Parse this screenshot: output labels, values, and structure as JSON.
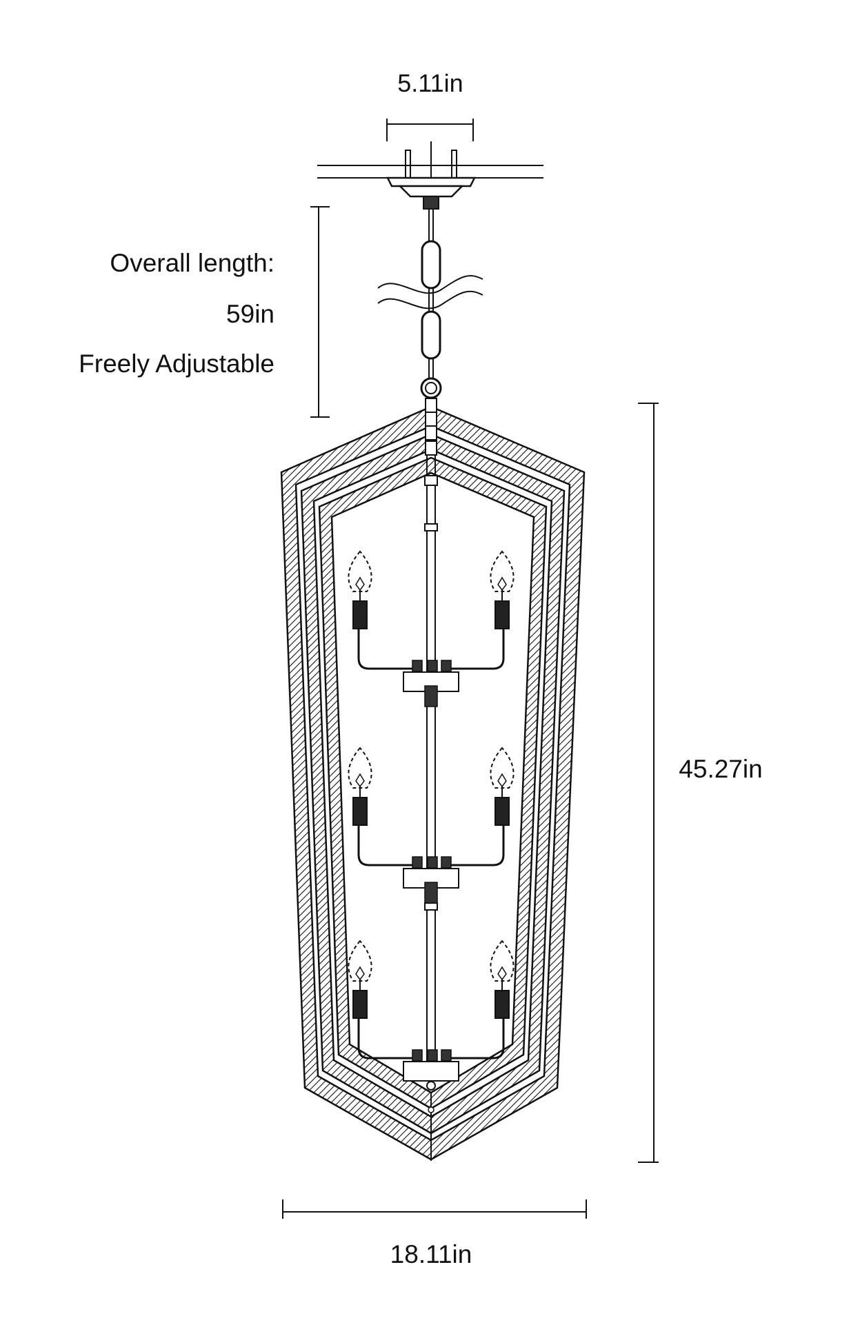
{
  "dimensions": {
    "canopy_width": "5.11in",
    "overall_length_title": "Overall length:",
    "overall_length_value": "59in",
    "overall_length_note": "Freely Adjustable",
    "body_height": "45.27in",
    "body_width": "18.11in"
  },
  "fixture": {
    "tiers": 3,
    "lights_per_tier": 2
  },
  "colors": {
    "line": "#111111",
    "background": "#ffffff"
  }
}
